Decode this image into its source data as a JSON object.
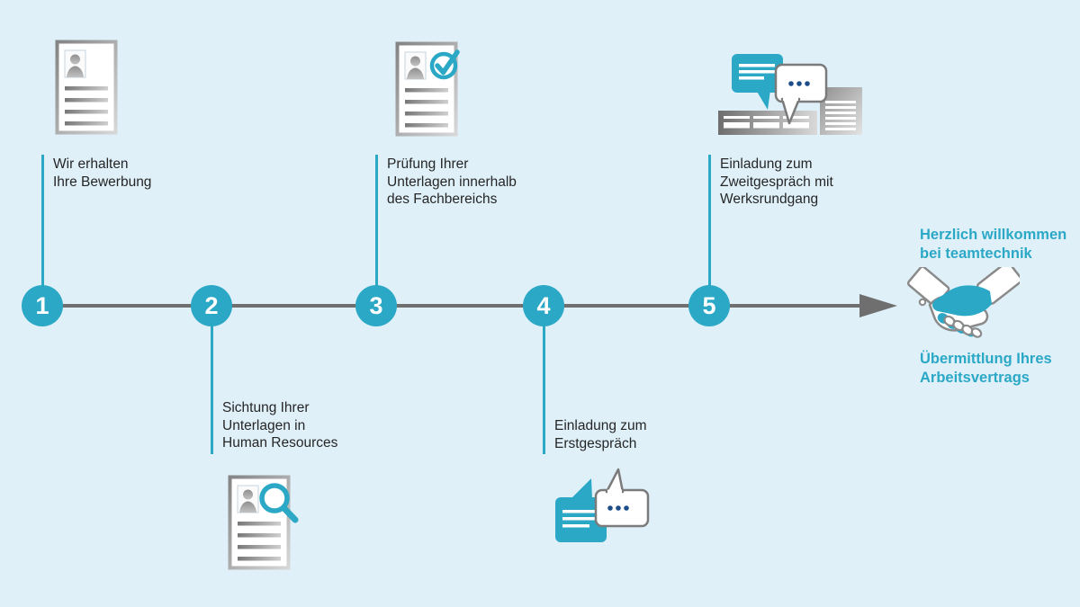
{
  "palette": {
    "background": "#dff0f9",
    "accent_teal": "#2ba8c6",
    "timeline_gray": "#6f6f6f",
    "text_dark": "#262626",
    "dots_navy": "#1d4e89"
  },
  "timeline": {
    "direction": "left-to-right-arrow",
    "steps": [
      {
        "number": "1",
        "position": "above",
        "icon": "cv-document-icon",
        "label": "Wir erhalten\nIhre Bewerbung"
      },
      {
        "number": "2",
        "position": "below",
        "icon": "cv-magnifier-icon",
        "label": "Sichtung Ihrer\nUnterlagen in\nHuman Resources"
      },
      {
        "number": "3",
        "position": "above",
        "icon": "cv-checkmark-icon",
        "label": "Prüfung Ihrer\nUnterlagen innerhalb\ndes Fachbereichs"
      },
      {
        "number": "4",
        "position": "below",
        "icon": "speech-bubbles-icon",
        "label": "Einladung zum\nErstgespräch"
      },
      {
        "number": "5",
        "position": "above",
        "icon": "speech-bubbles-factory-icon",
        "label": "Einladung zum\nZweitgespräch mit\nWerksrundgang"
      }
    ]
  },
  "outcome": {
    "icon": "handshake-icon",
    "welcome": "Herzlich willkommen\nbei teamtechnik",
    "contract": "Übermittlung Ihres\nArbeitsvertrags"
  }
}
